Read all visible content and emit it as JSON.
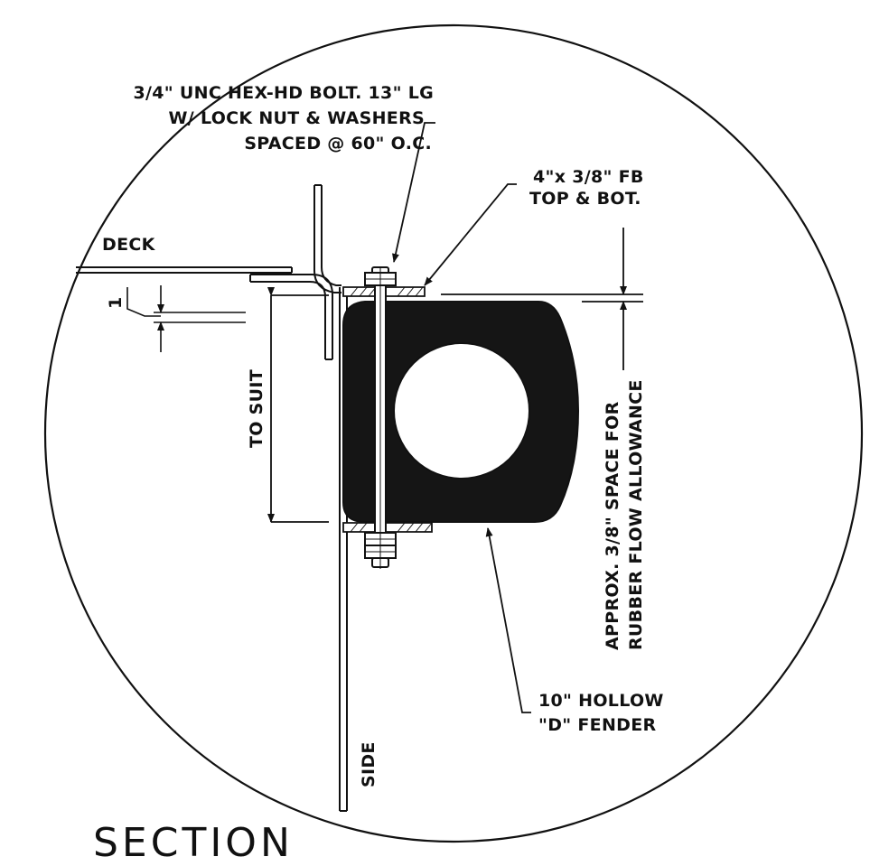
{
  "labels": {
    "bolt_line1": "3/4\" UNC HEX-HD BOLT. 13\" LG",
    "bolt_line2": "W/ LOCK NUT & WASHERS",
    "bolt_line3": "SPACED @ 60\" O.C.",
    "fb_line1": "4\"x 3/8\" FB",
    "fb_line2": "TOP & BOT.",
    "deck": "DECK",
    "slope": "1",
    "to_suit": "TO SUIT",
    "space_line1": "APPROX. 3/8\" SPACE FOR",
    "space_line2": "RUBBER FLOW ALLOWANCE",
    "fender_line1": "10\" HOLLOW",
    "fender_line2": "\"D\" FENDER",
    "side": "SIDE",
    "section_title": "SECTION"
  },
  "colors": {
    "ink": "#111111",
    "rubber": "#151515",
    "paper": "#ffffff"
  }
}
